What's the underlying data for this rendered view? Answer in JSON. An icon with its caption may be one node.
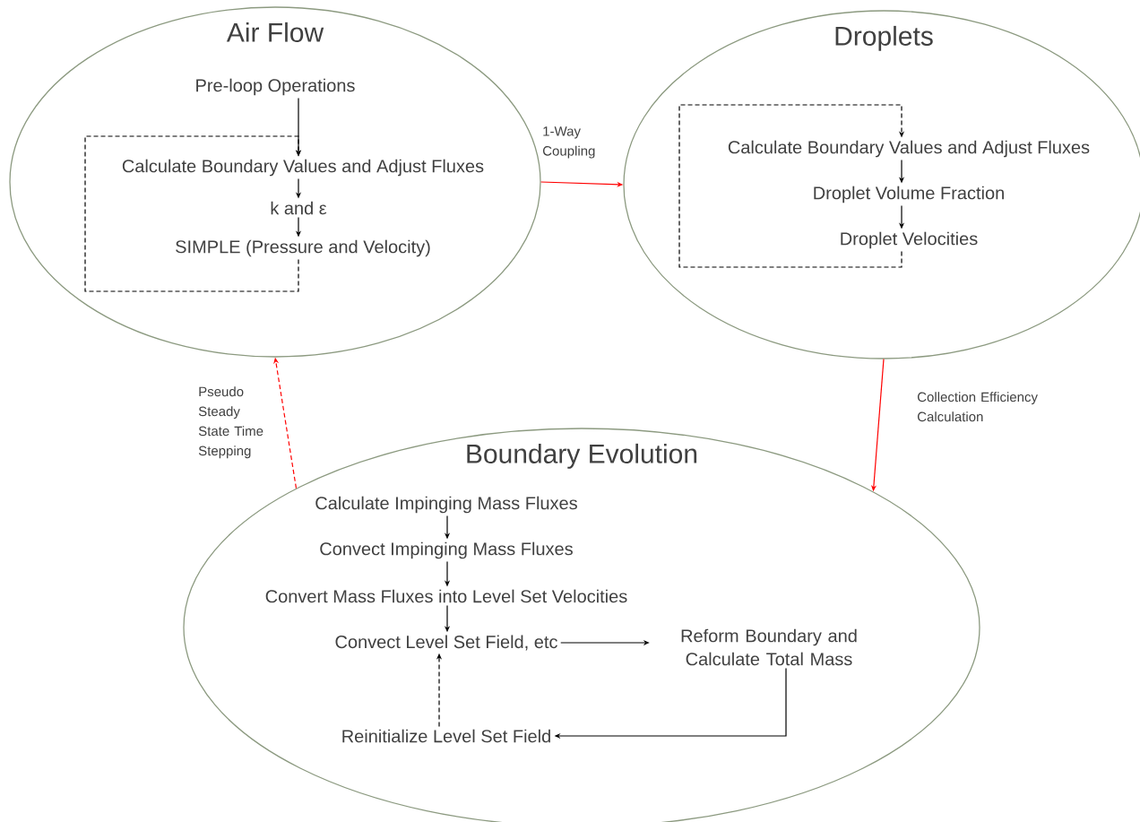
{
  "diagram": {
    "nodes": [
      {
        "text": [
          "Air Flow"
        ]
      },
      {
        "text": [
          "Pre-loop Operations"
        ],
        "in": 0
      },
      {
        "text": [
          "Calculate Boundary Values and Adjust Fluxes"
        ],
        "in": 0
      },
      {
        "text": [
          "k and ε"
        ],
        "in": 0
      },
      {
        "text": [
          "SIMPLE (Pressure and Velocity)"
        ],
        "in": 0
      },
      {
        "text": [
          "Droplets"
        ]
      },
      {
        "text": [
          "Calculate Boundary Values and Adjust Fluxes"
        ],
        "in": 5
      },
      {
        "text": [
          "Droplet Volume Fraction"
        ],
        "in": 5
      },
      {
        "text": [
          "Droplet Velocities"
        ],
        "in": 5
      },
      {
        "text": [
          "Boundary Evolution"
        ]
      },
      {
        "text": [
          "Calculate Impinging Mass Fluxes"
        ],
        "in": 9
      },
      {
        "text": [
          "Convect Impinging Mass Fluxes"
        ],
        "in": 9
      },
      {
        "text": [
          "Convert Mass Fluxes into Level Set Velocities"
        ],
        "in": 9
      },
      {
        "text": [
          "Convect Level Set Field, etc"
        ],
        "in": 9
      },
      {
        "text": [
          "Reform Boundary and Calculate Total Mass"
        ],
        "in": 9
      },
      {
        "text": [
          "Reinitialize Level Set Field"
        ],
        "in": 9
      }
    ],
    "edges": [
      {
        "from": 1,
        "to": 2,
        "arrow": "to"
      },
      {
        "from": 2,
        "to": 3,
        "arrow": "to"
      },
      {
        "from": 3,
        "to": 4,
        "arrow": "to"
      },
      {
        "from": 4,
        "to": 2,
        "arrow": "to",
        "style": "dashed"
      },
      {
        "from": 6,
        "to": 7,
        "arrow": "to"
      },
      {
        "from": 7,
        "to": 8,
        "arrow": "to"
      },
      {
        "from": 8,
        "to": 6,
        "arrow": "to",
        "style": "dashed"
      },
      {
        "from": 0,
        "to": 5,
        "arrow": "to",
        "label": "1-Way Coupling",
        "color": "#ff0000"
      },
      {
        "from": 5,
        "to": 9,
        "arrow": "to",
        "label": "Collection Efficiency Calculation",
        "color": "#ff0000"
      },
      {
        "from": 9,
        "to": 0,
        "arrow": "to",
        "label": "Pseudo Steady State Time Stepping",
        "style": "dashed",
        "color": "#ff0000"
      },
      {
        "from": 10,
        "to": 11,
        "arrow": "to"
      },
      {
        "from": 11,
        "to": 12,
        "arrow": "to"
      },
      {
        "from": 12,
        "to": 13,
        "arrow": "to"
      },
      {
        "from": 13,
        "to": 14,
        "arrow": "to"
      },
      {
        "from": 14,
        "to": 15,
        "arrow": "to"
      },
      {
        "from": 15,
        "to": 13,
        "arrow": "to",
        "style": "dashed"
      }
    ]
  }
}
